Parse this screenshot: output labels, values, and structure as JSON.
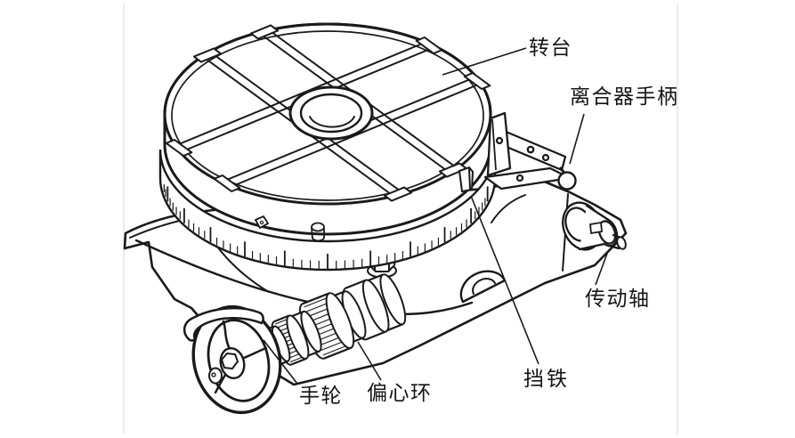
{
  "figure": {
    "type": "technical-line-drawing",
    "subject": "rotary table machine accessory",
    "background": "#ffffff",
    "line_color": "#1a1a1a",
    "labels": {
      "table": "转台",
      "clutch_handle": "离合器手柄",
      "drive_shaft": "传动轴",
      "stop_block": "挡铁",
      "handwheel": "手轮",
      "eccentric_ring": "偏心环"
    }
  }
}
